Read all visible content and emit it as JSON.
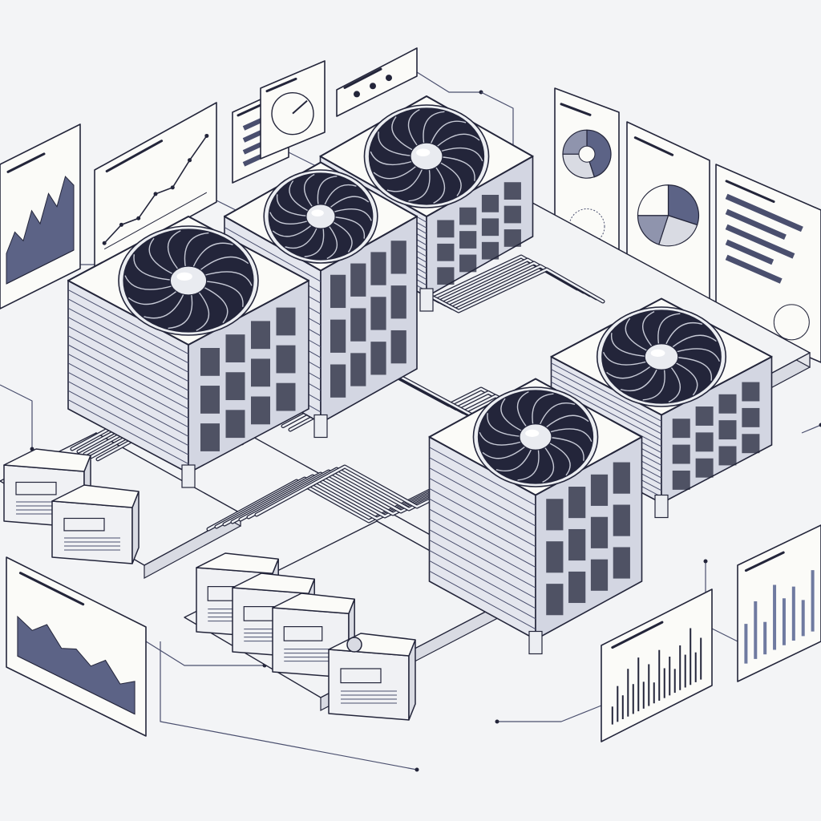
{
  "colors": {
    "ink": "#23253a",
    "ink_soft": "#4a4f6e",
    "paper": "#fbfbf8",
    "panel": "#f7f7f3",
    "shade": "#d9dbe3",
    "chart_fill": "#5c6386",
    "pipe": "#c9ccd6",
    "background": "#f3f4f6"
  },
  "panels": [
    {
      "id": "area-chart-panel-top-left",
      "kind": "area",
      "values": [
        0.35,
        0.55,
        0.4,
        0.7,
        0.5,
        0.8,
        0.6,
        0.9,
        0.75
      ]
    },
    {
      "id": "line-chart-panel",
      "kind": "line",
      "values": [
        0.1,
        0.25,
        0.2,
        0.45,
        0.4,
        0.7,
        0.95
      ]
    },
    {
      "id": "list-panel",
      "kind": "list",
      "items": 4
    },
    {
      "id": "gauge-panel",
      "kind": "gauge"
    },
    {
      "id": "icon-strip-panel",
      "kind": "icons"
    },
    {
      "id": "donut-panel",
      "kind": "donut",
      "values": [
        0.45,
        0.3,
        0.25
      ]
    },
    {
      "id": "pie-chart-panel",
      "kind": "pie",
      "values": [
        0.3,
        0.25,
        0.2,
        0.25
      ]
    },
    {
      "id": "hbar-panel",
      "kind": "hbar",
      "values": [
        0.9,
        0.7,
        0.8,
        0.55,
        0.65
      ]
    },
    {
      "id": "area-chart-panel-bottom-left",
      "kind": "area",
      "values": [
        0.6,
        0.5,
        0.7,
        0.45,
        0.55,
        0.4,
        0.6,
        0.35,
        0.5
      ]
    },
    {
      "id": "spike-chart-panel",
      "kind": "spikes",
      "values": [
        0.3,
        0.6,
        0.4,
        0.8,
        0.5,
        0.9,
        0.45,
        0.7,
        0.35,
        0.85,
        0.5,
        0.65,
        0.4,
        0.75,
        0.55,
        0.95,
        0.5,
        0.7
      ]
    },
    {
      "id": "vbar-panel",
      "kind": "vbar",
      "values": [
        0.55,
        0.8,
        0.45,
        0.9,
        0.65,
        0.75,
        0.5,
        0.85
      ]
    }
  ],
  "fan_units": [
    {
      "id": "fan-unit-back"
    },
    {
      "id": "fan-unit-middle"
    },
    {
      "id": "fan-unit-left"
    },
    {
      "id": "fan-unit-right"
    },
    {
      "id": "fan-unit-front"
    }
  ],
  "boxes": [
    {
      "id": "battery-module-left-1"
    },
    {
      "id": "battery-module-left-2"
    },
    {
      "id": "battery-module-front-1"
    },
    {
      "id": "battery-module-front-2"
    },
    {
      "id": "battery-module-front-3"
    },
    {
      "id": "pump-unit"
    }
  ]
}
